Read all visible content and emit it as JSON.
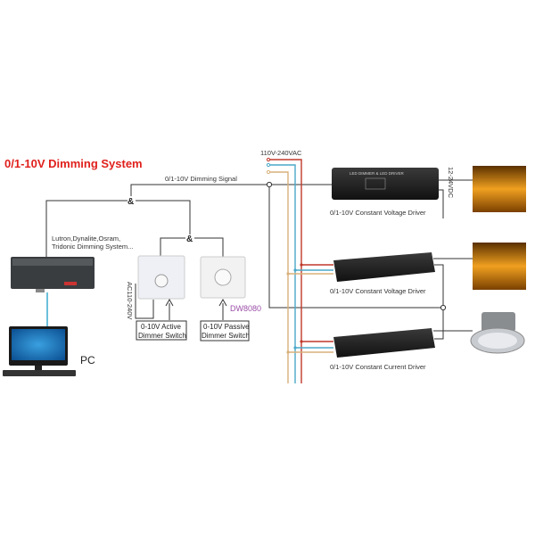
{
  "title": "0/1-10V Dimming System",
  "signal_label": "0/1-10V Dimming Signal",
  "power_label": "110V-240VAC",
  "junction_symbol": "&",
  "controller": {
    "label_line1": "Lutron,Dynalite,Osram,",
    "label_line2": "Tridonic Dimming System..."
  },
  "pc_label": "PC",
  "active_dimmer": {
    "supply_label": "AC110-240V",
    "label_line1": "0-10V Active",
    "label_line2": "Dimmer Switch"
  },
  "passive_dimmer": {
    "model": "DW8080",
    "label_line1": "0-10V Passive",
    "label_line2": "Dimmer Switch"
  },
  "drivers": [
    {
      "label": "0/1-10V Constant  Voltage Driver",
      "product_text": "LED DIMMER & LED DRIVER",
      "output_label": "12-24VDC"
    },
    {
      "label": "0/1-10V Constant  Voltage Driver"
    },
    {
      "label": "0/1-10V Constant Current Driver"
    }
  ],
  "colors": {
    "title": "#e0201c",
    "live": "#c0392b",
    "neutral": "#4aa8c8",
    "earth": "#d8b07a",
    "model": "#9b4fa8"
  }
}
